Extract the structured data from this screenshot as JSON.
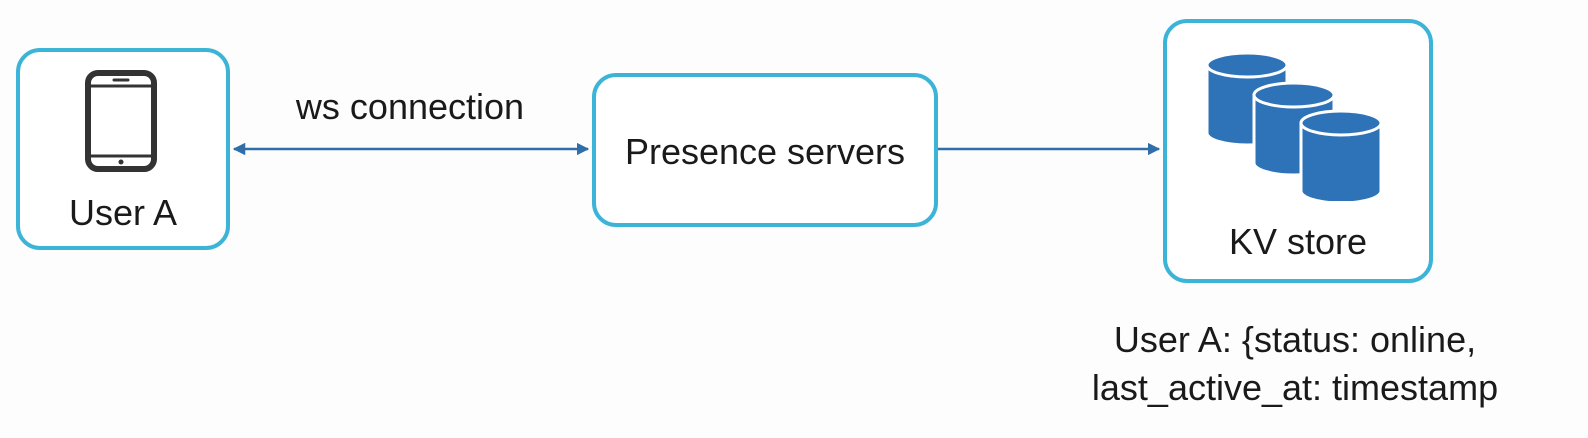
{
  "colors": {
    "node_border": "#3cb4d8",
    "arrow": "#2f6ea8",
    "database_fill": "#2e73b8",
    "phone_stroke": "#333333"
  },
  "nodes": {
    "user": {
      "label": "User A",
      "icon": "mobile-phone-icon"
    },
    "presence": {
      "label": "Presence servers"
    },
    "kv_store": {
      "label": "KV store",
      "icon": "database-icon"
    }
  },
  "edges": {
    "user_presence": {
      "label": "ws connection",
      "direction": "bidirectional"
    },
    "presence_kv": {
      "label": "",
      "direction": "forward"
    }
  },
  "notes": {
    "kv_value_line1": "User A: {status: online,",
    "kv_value_line2": "last_active_at: timestamp"
  }
}
